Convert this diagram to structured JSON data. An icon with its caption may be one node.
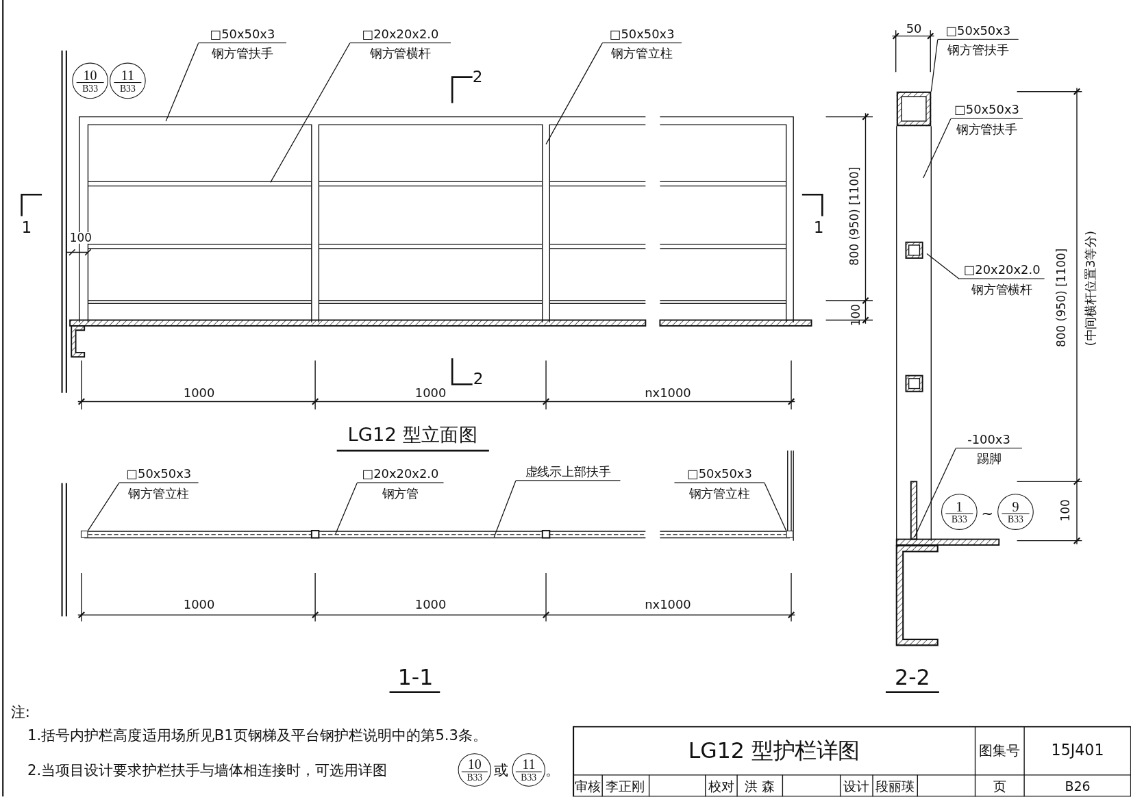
{
  "diagram": {
    "title": "LG12 型护栏详图",
    "nodes": [
      {
        "text": [
          "□50x50x3",
          "钢方管扶手"
        ]
      },
      {
        "text": [
          "□20x20x2.0",
          "钢方管横杆"
        ]
      },
      {
        "text": [
          "□50x50x3",
          "钢方管立柱"
        ]
      },
      {
        "text": [
          "10",
          "B33"
        ]
      },
      {
        "text": [
          "11",
          "B33"
        ]
      },
      {
        "text": [
          "□50x50x3",
          "钢方管立柱"
        ]
      },
      {
        "text": [
          "□20x20x2.0",
          "钢方管"
        ]
      },
      {
        "text": [
          "虚线示上部扶手"
        ]
      },
      {
        "text": [
          "□50x50x3",
          "钢方管立柱"
        ]
      },
      {
        "text": [
          "□50x50x3",
          "钢方管扶手"
        ]
      },
      {
        "text": [
          "□50x50x3",
          "钢方管扶手"
        ]
      },
      {
        "text": [
          "□20x20x2.0",
          "钢方管横杆"
        ]
      },
      {
        "text": [
          "-100x3",
          "踢脚"
        ]
      },
      {
        "text": [
          "1",
          "B33"
        ]
      },
      {
        "text": [
          "9",
          "B33"
        ]
      },
      {
        "text": [
          "10",
          "B33"
        ]
      },
      {
        "text": [
          "11",
          "B33"
        ]
      },
      {
        "text": [],
        "shape": "box"
      },
      {
        "text": [],
        "shape": "box"
      },
      {
        "text": [],
        "shape": "box"
      }
    ],
    "edges": [
      {
        "from": 0,
        "to": null,
        "arrow": "none"
      },
      {
        "from": 1,
        "to": null,
        "arrow": "none"
      },
      {
        "from": 2,
        "to": null,
        "arrow": "none"
      },
      {
        "from": 5,
        "to": 17,
        "arrow": "none"
      },
      {
        "from": 6,
        "to": null,
        "arrow": "none"
      },
      {
        "from": 7,
        "to": null,
        "arrow": "none"
      },
      {
        "from": 8,
        "to": 18,
        "arrow": "none"
      },
      {
        "from": 9,
        "to": 19,
        "arrow": "none"
      },
      {
        "from": 10,
        "to": null,
        "arrow": "none"
      },
      {
        "from": 11,
        "to": null,
        "arrow": "none"
      },
      {
        "from": 12,
        "to": null,
        "arrow": "none"
      }
    ],
    "labels": [
      "2",
      "1",
      "1",
      "100",
      "800 (950) [1100]",
      "100",
      "2",
      "1000",
      "1000",
      "nx1000",
      "LG12 型立面图",
      "1000",
      "1000",
      "nx1000",
      "1-1",
      "50",
      "800 (950) [1100]",
      "(中间横杆位置3等分)",
      "100",
      "~",
      "2-2",
      "注:",
      "1.括号内护栏高度适用场所见B1页钢梯及平台钢护栏说明中的第5.3条。",
      "2.当项目设计要求护栏扶手与墙体相连接时，可选用详图",
      "或",
      "。",
      "图集号",
      "15J401",
      "审核",
      "李正刚",
      "校对",
      "洪 森",
      "设计",
      "段丽瑛",
      "页",
      "B26"
    ]
  }
}
